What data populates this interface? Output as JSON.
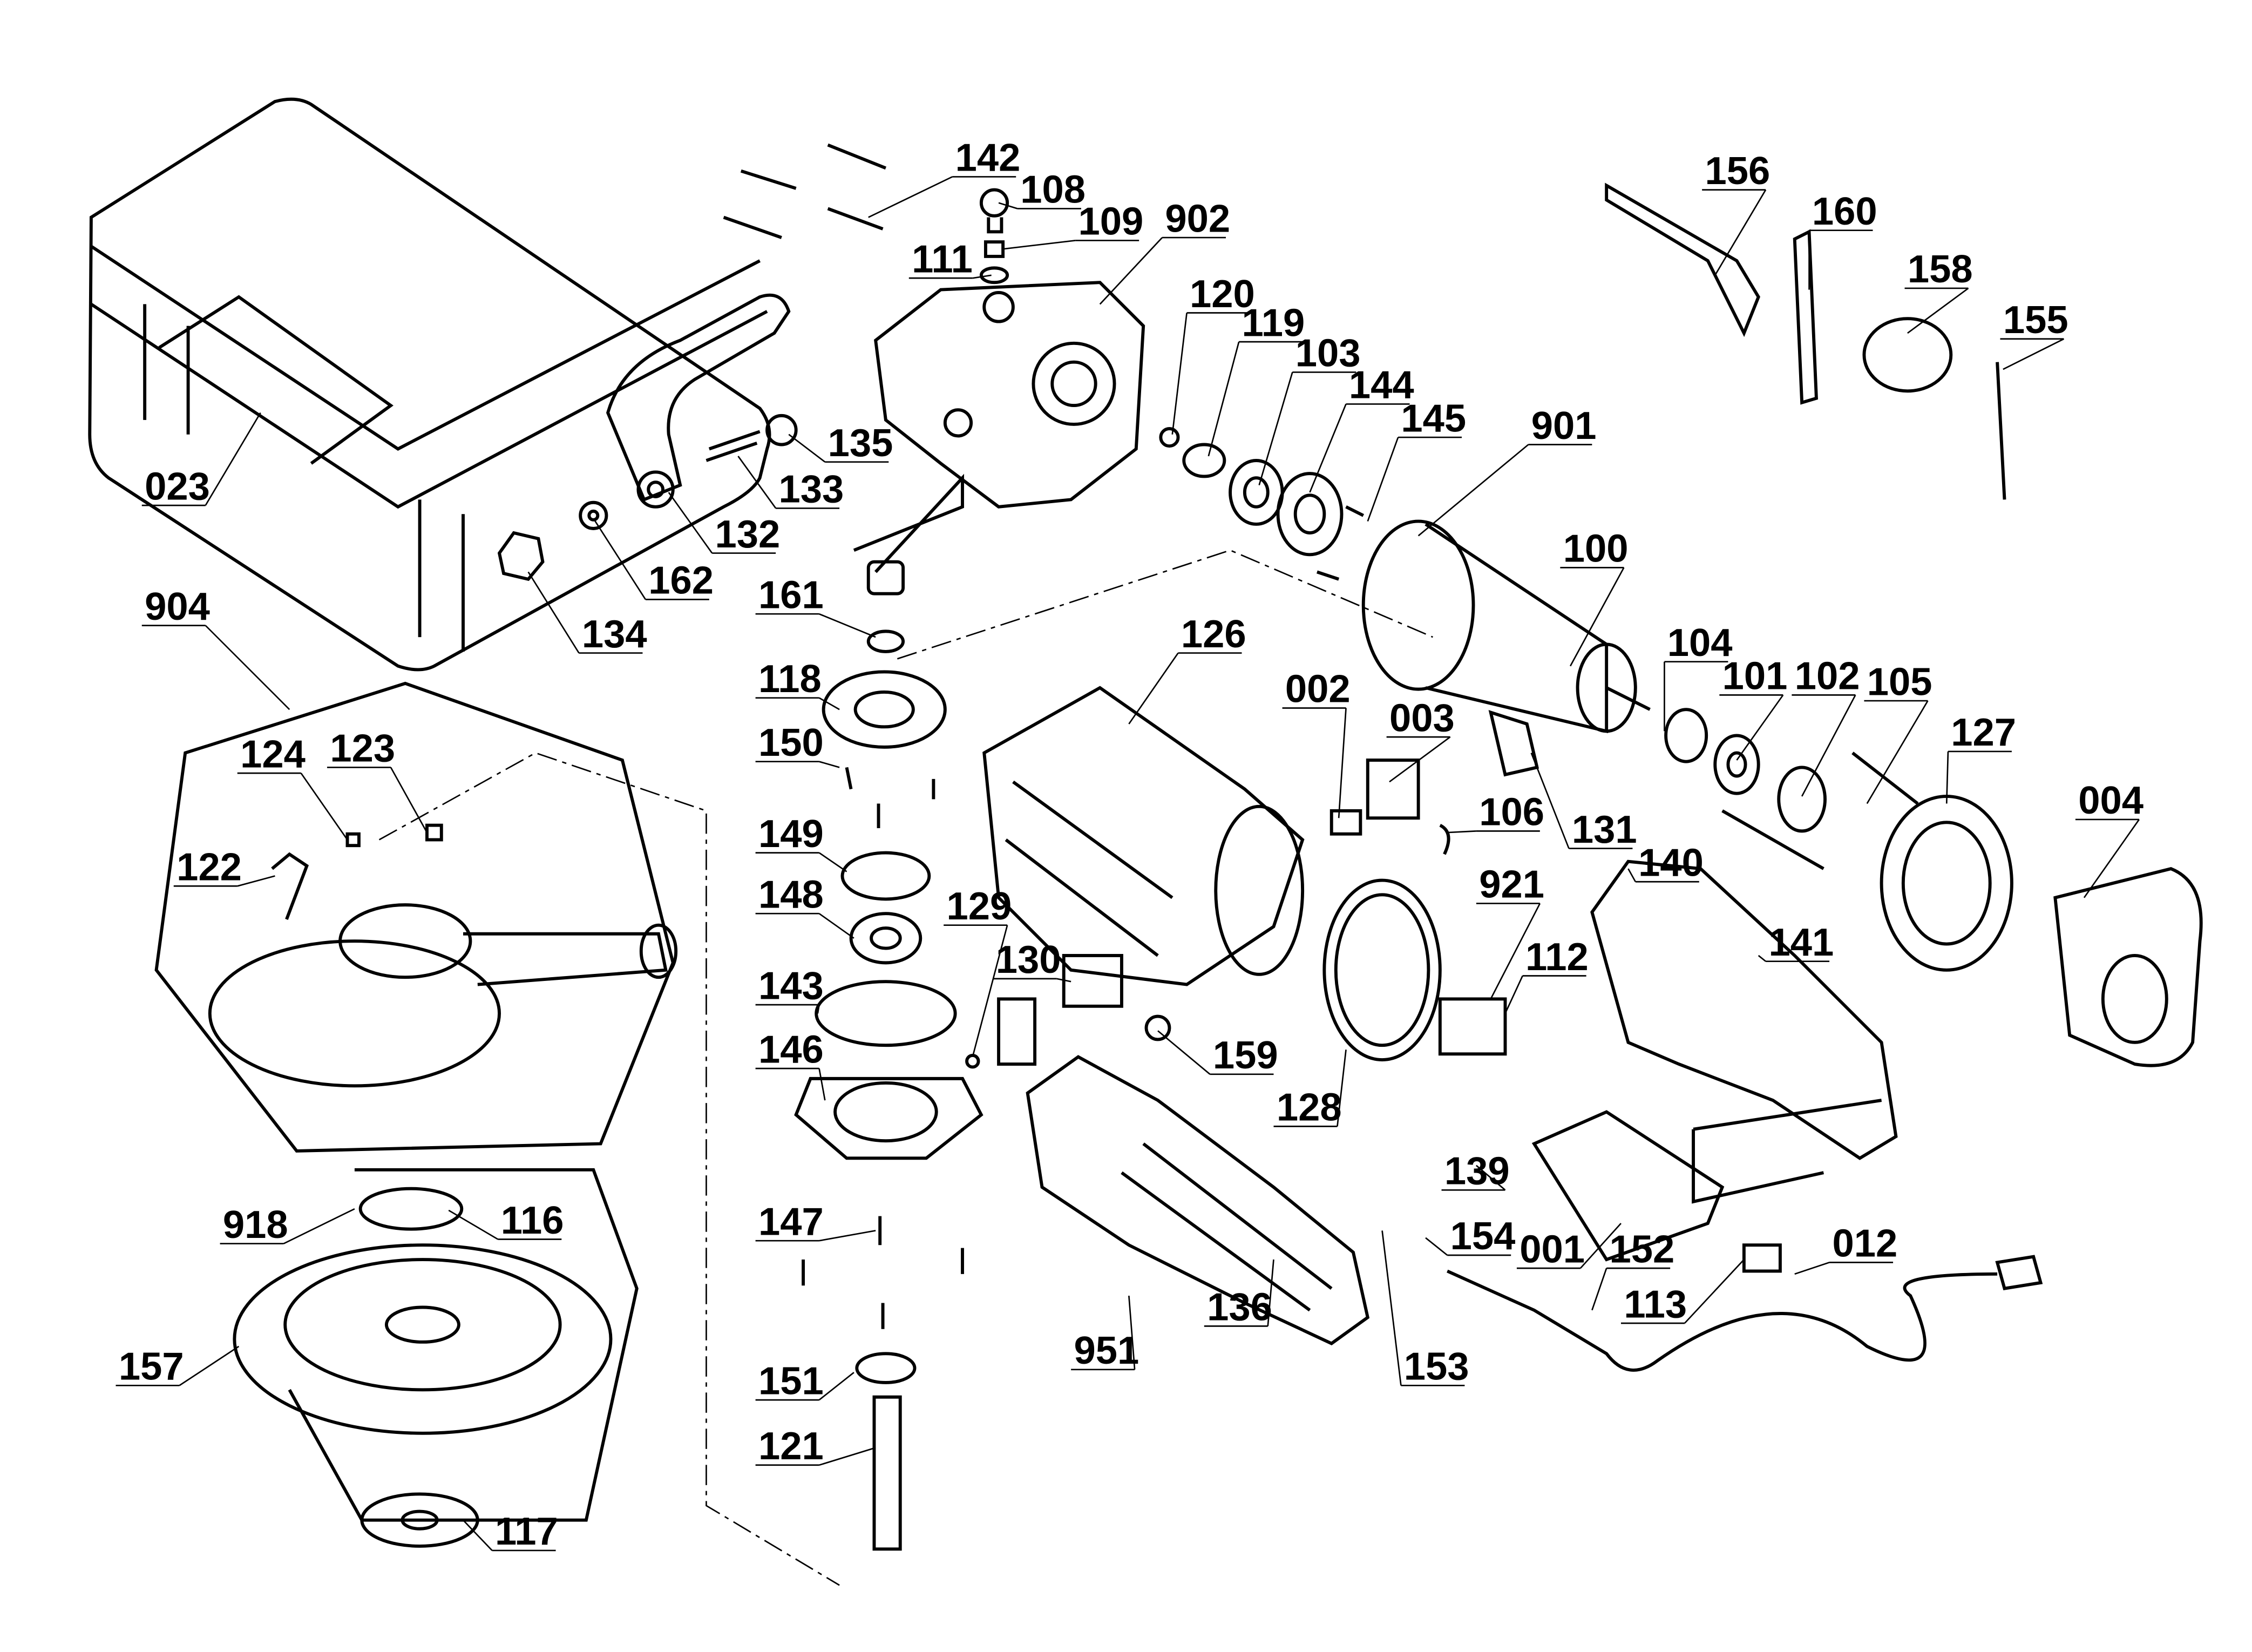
{
  "diagram": {
    "type": "exploded parts drawing",
    "line_color": "#000000",
    "background": "#ffffff",
    "part_numbers": [
      "023",
      "142",
      "108",
      "109",
      "902",
      "111",
      "120",
      "119",
      "103",
      "144",
      "145",
      "901",
      "156",
      "160",
      "158",
      "155",
      "135",
      "133",
      "132",
      "162",
      "134",
      "904",
      "161",
      "118",
      "126",
      "100",
      "104",
      "101",
      "102",
      "105",
      "002",
      "003",
      "150",
      "127",
      "004",
      "106",
      "131",
      "124",
      "123",
      "122",
      "140",
      "141",
      "149",
      "148",
      "129",
      "921",
      "112",
      "130",
      "143",
      "159",
      "146",
      "128",
      "139",
      "918",
      "116",
      "147",
      "154",
      "001",
      "152",
      "012",
      "113",
      "136",
      "951",
      "153",
      "157",
      "151",
      "121",
      "117"
    ]
  }
}
